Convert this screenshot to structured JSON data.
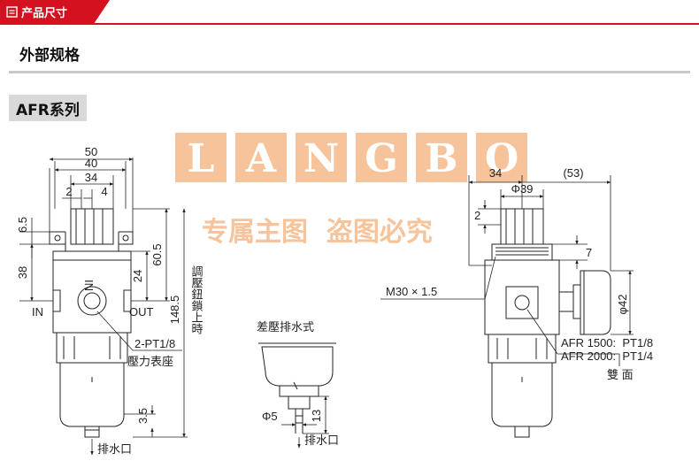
{
  "header": {
    "tag_label": "产品尺寸",
    "section_title": "外部规格",
    "series_title": "AFR系列"
  },
  "watermark": {
    "logo_letters": [
      "L",
      "A",
      "N",
      "G",
      "B",
      "O"
    ],
    "line": "专属主图  盗图必究"
  },
  "colors": {
    "accent": "#d3111f",
    "watermark": "#f6c39a",
    "line": "#222222"
  },
  "left_view": {
    "dims_top": [
      "50",
      "40",
      "34",
      "2",
      "4"
    ],
    "dims_left": [
      "6.5",
      "38"
    ],
    "dims_right": [
      "60.5",
      "24",
      "148.5",
      "3.5"
    ],
    "port_in": "IN",
    "port_out": "OUT",
    "gauge_port": "2-PT1/8",
    "gauge_seat": "壓力表座",
    "adjust_note": "調壓鈕鎖上時",
    "drain": "排水口"
  },
  "mid_view": {
    "title": "差壓排水式",
    "dia": "Φ5",
    "height": "13",
    "drain": "排水口"
  },
  "right_view": {
    "dim_34": "34",
    "dim_53": "(53)",
    "dim_phi39": "Φ39",
    "dim_2": "2",
    "dim_7": "7",
    "thread": "M30 × 1.5",
    "gauge_dia": "φ42",
    "afr1500": "AFR 1500:  PT1/8",
    "afr2000": "AFR 2000:  PT1/4",
    "both_sides": "雙 面"
  }
}
